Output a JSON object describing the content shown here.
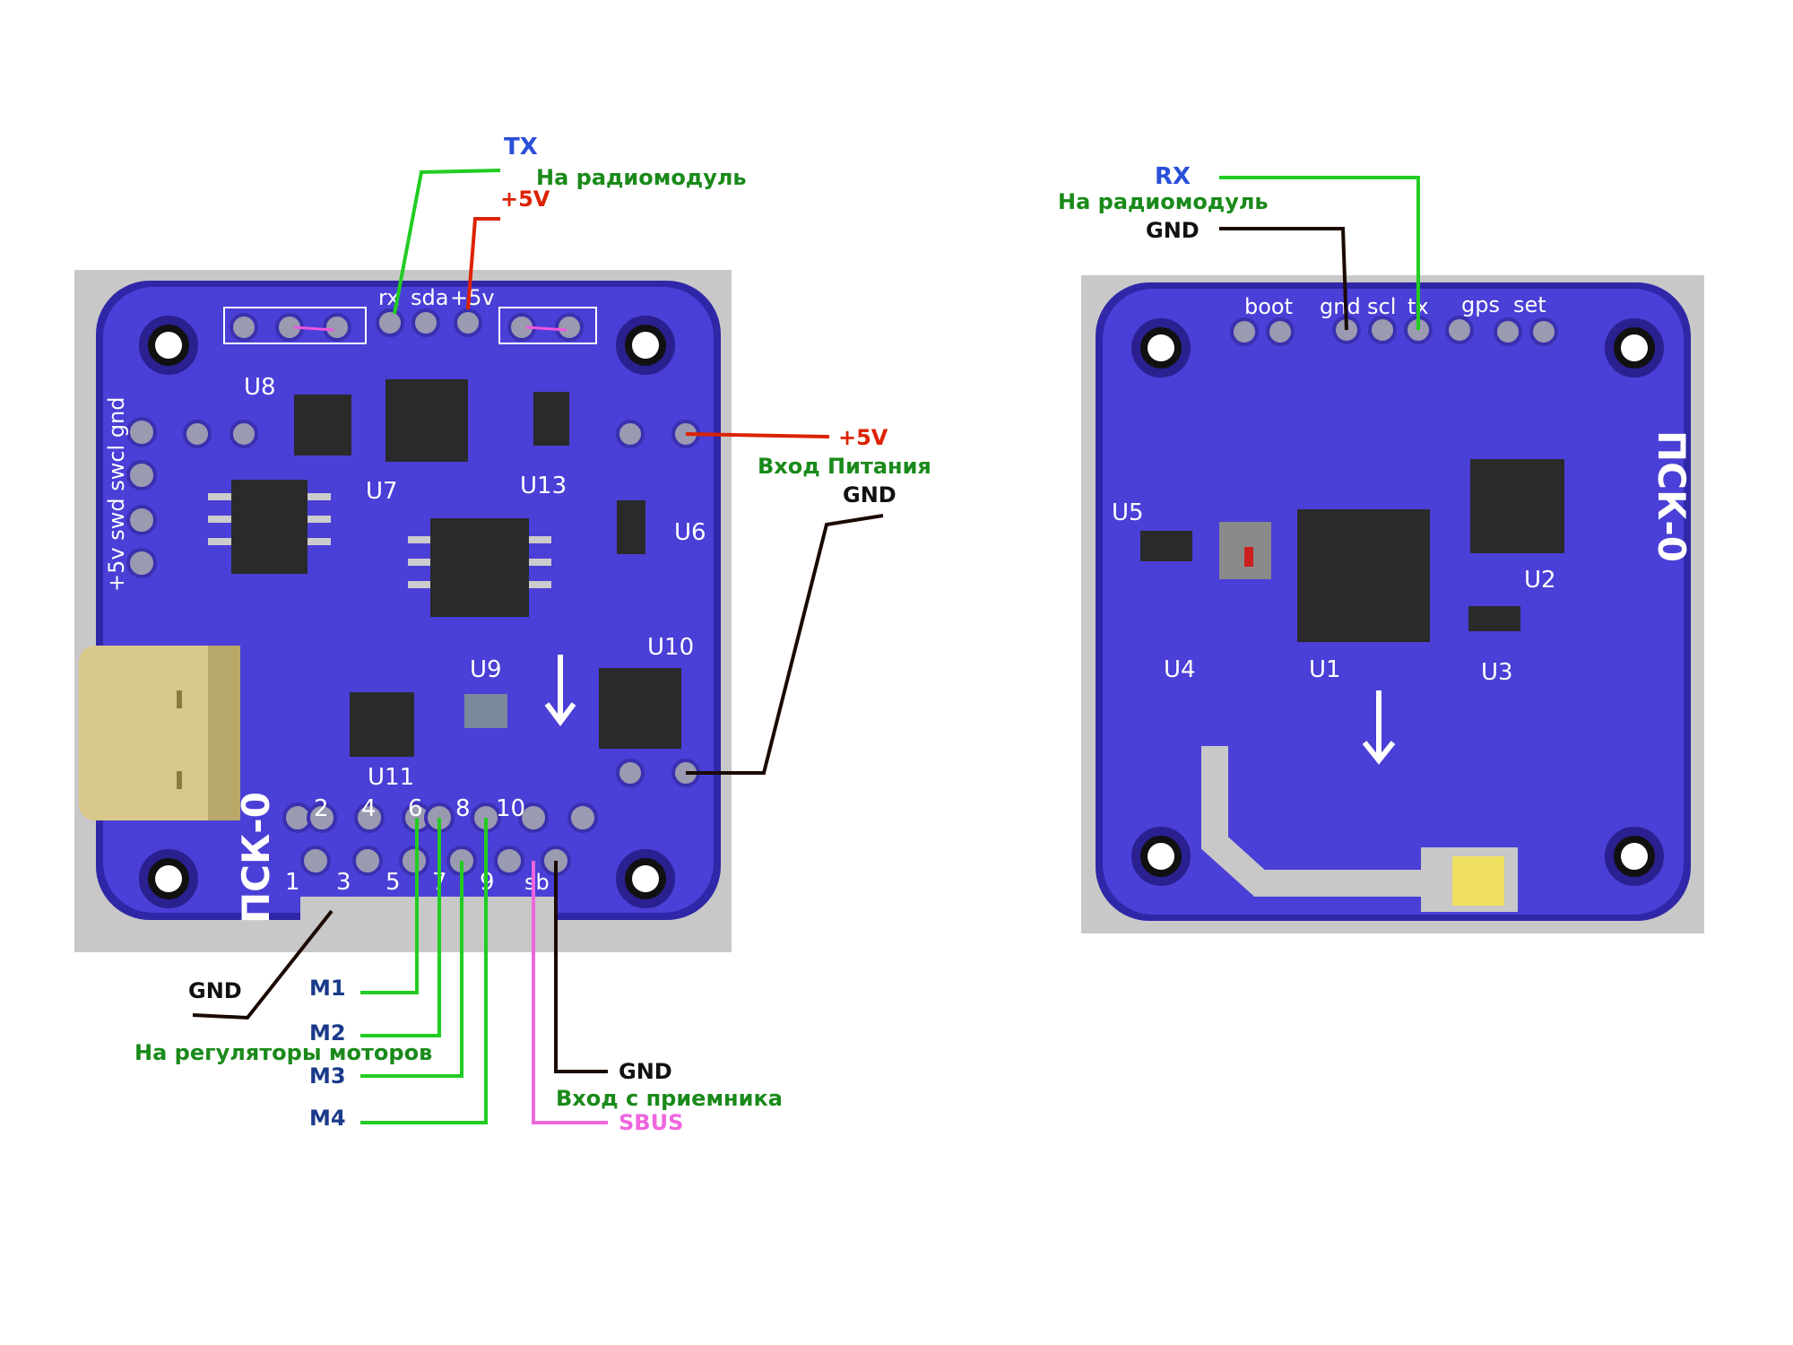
{
  "colors": {
    "board": "#4a3fd6",
    "board_dark": "#2f27a8",
    "pcb_gray": "#c8c8c8",
    "wire_green": "#22cc22",
    "wire_red": "#dd2200",
    "wire_black": "#1a0a00",
    "wire_pink": "#ee66dd",
    "text_green": "#1a8a1a",
    "text_blue": "#2a4fd8",
    "text_navy": "#1a3a8a",
    "text_red": "#dd2200",
    "text_black": "#111111",
    "text_pink": "#ee66dd"
  },
  "left_board": {
    "title": "ПСК-0",
    "header_pins": [
      "rx",
      "sda",
      "+5v"
    ],
    "side_pins": "+5v swd swcl gnd",
    "refs": [
      "U8",
      "U7",
      "U13",
      "U6",
      "U10",
      "U9",
      "U11"
    ],
    "motor_pins_top": [
      "2",
      "4",
      "6",
      "8",
      "10"
    ],
    "motor_pins_bottom": [
      "1",
      "3",
      "5",
      "7",
      "9",
      "sb"
    ]
  },
  "right_board": {
    "title": "ПСК-0",
    "header_pins": [
      "boot",
      "gnd",
      "scl",
      "tx",
      "gps",
      "set"
    ],
    "refs": [
      "U5",
      "U4",
      "U1",
      "U2",
      "U3"
    ]
  },
  "labels": {
    "tx": "TX",
    "radio_left": "На радиомодуль",
    "plus5v_top": "+5V",
    "plus5v_right": "+5V",
    "power_in": "Вход Питания",
    "gnd_power": "GND",
    "gnd_bottom_left": "GND",
    "m1": "M1",
    "m2": "M2",
    "motor_regs": "На регуляторы моторов",
    "m3": "M3",
    "m4": "M4",
    "gnd_sbus": "GND",
    "receiver_in": "Вход с приемника",
    "sbus": "SBUS",
    "rx": "RX",
    "radio_right": "На радиомодуль",
    "gnd_right": "GND"
  }
}
